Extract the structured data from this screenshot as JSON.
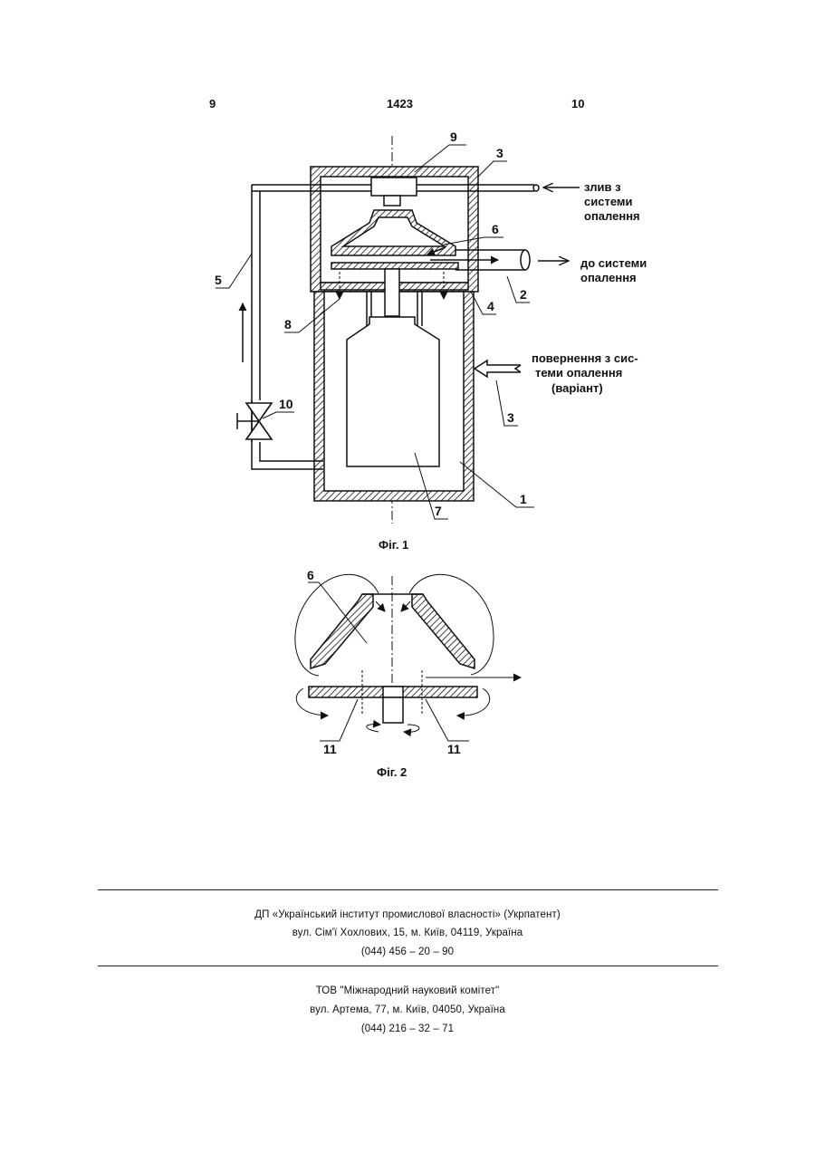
{
  "header": {
    "left_page": "9",
    "patent_no": "1423",
    "right_page": "10"
  },
  "figure1": {
    "labels": [
      "9",
      "3",
      "6",
      "5",
      "2",
      "8",
      "4",
      "3",
      "10",
      "1",
      "7"
    ],
    "notes": {
      "drain": [
        "злив з",
        "системи",
        "опалення"
      ],
      "to_system": [
        "до системи",
        "опалення"
      ],
      "return": [
        "повернення з сис-",
        "теми опалення",
        "(варіант)"
      ]
    },
    "caption": "Фіг. 1"
  },
  "figure2": {
    "labels": [
      "6",
      "11",
      "11"
    ],
    "caption": "Фіг. 2"
  },
  "footer": {
    "publisher": {
      "name": "ДП «Український інститут промислової власності» (Укрпатент)",
      "address": "вул. Сім'ї Хохлових, 15, м. Київ, 04119, Україна",
      "phone": "(044) 456 – 20 – 90"
    },
    "printer": {
      "name": "ТОВ \"Міжнародний науковий комітет\"",
      "address": "вул. Артема, 77, м. Київ, 04050, Україна",
      "phone": "(044) 216 – 32 – 71"
    }
  }
}
